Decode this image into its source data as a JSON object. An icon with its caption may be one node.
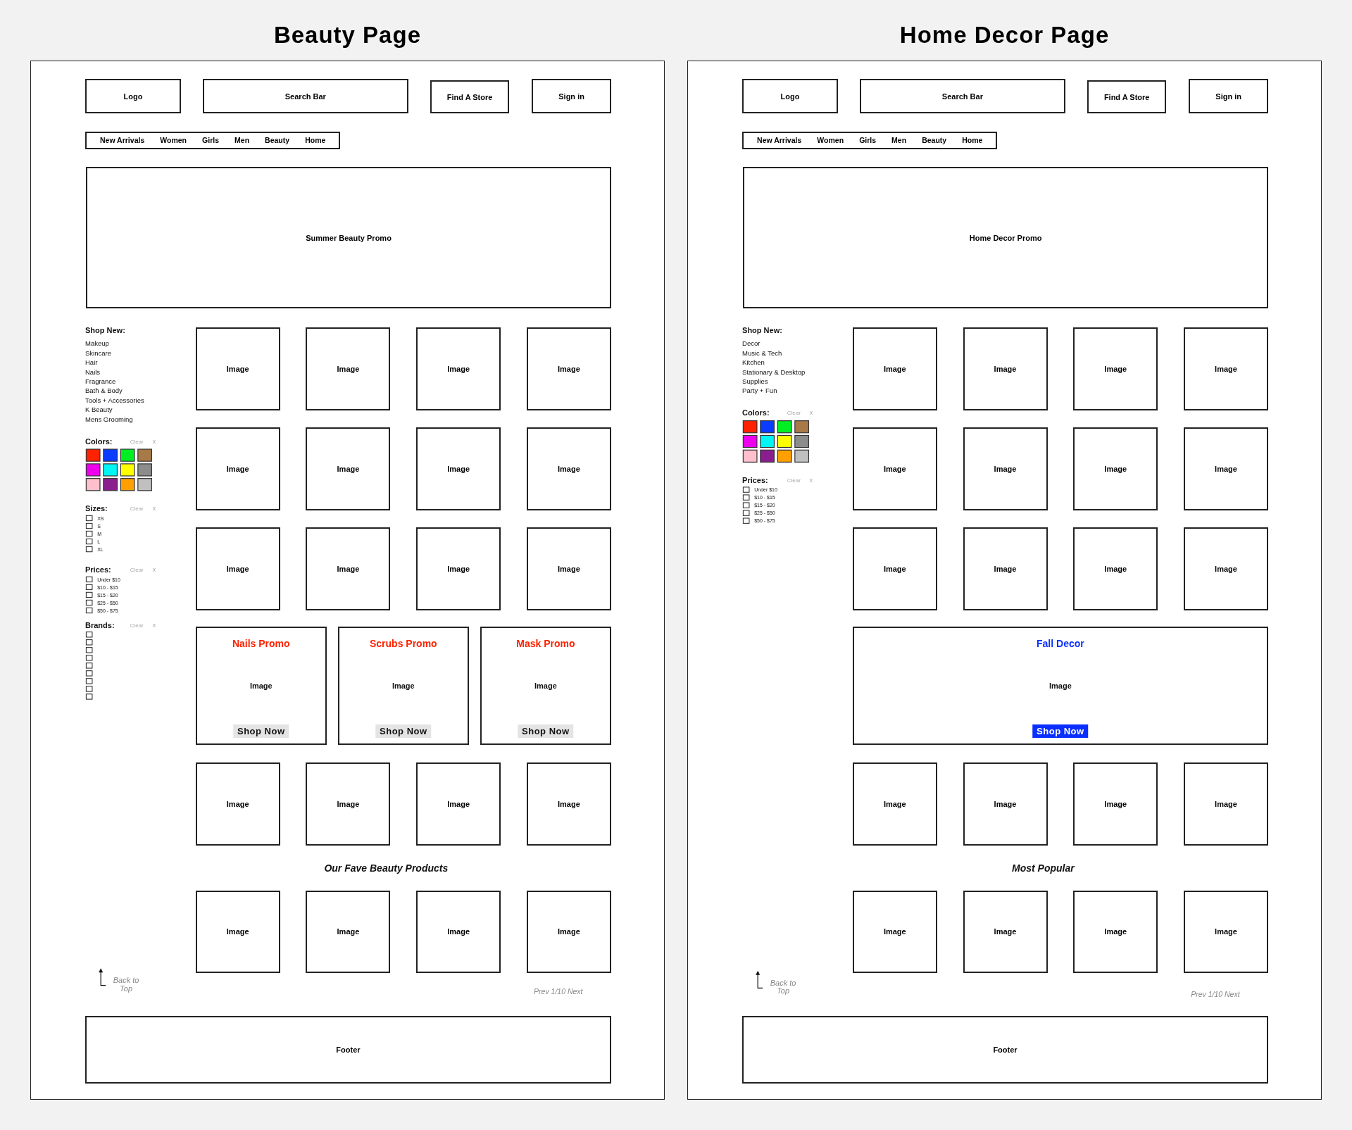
{
  "diagram": {
    "nodes": [
      {
        "text": [
          "Beauty Page"
        ]
      },
      {
        "text": [
          "Logo"
        ],
        "in": 0
      },
      {
        "text": [
          "Search Bar"
        ],
        "in": 0
      },
      {
        "text": [
          "Find A Store"
        ],
        "in": 0
      },
      {
        "text": [
          "Sign in"
        ],
        "in": 0
      },
      {
        "text": [
          "New Arrivals",
          "Women",
          "Girls",
          "Men",
          "Beauty",
          "Home"
        ],
        "in": 0
      },
      {
        "text": [
          "Summer Beauty Promo"
        ],
        "in": 0
      },
      {
        "text": [
          "Image"
        ],
        "in": 0
      },
      {
        "text": [
          "Image"
        ],
        "in": 0
      },
      {
        "text": [
          "Image"
        ],
        "in": 0
      },
      {
        "text": [
          "Image"
        ],
        "in": 0
      },
      {
        "text": [
          "Image"
        ],
        "in": 0
      },
      {
        "text": [
          "Image"
        ],
        "in": 0
      },
      {
        "text": [
          "Image"
        ],
        "in": 0
      },
      {
        "text": [
          "Image"
        ],
        "in": 0
      },
      {
        "text": [
          "Image"
        ],
        "in": 0
      },
      {
        "text": [
          "Image"
        ],
        "in": 0
      },
      {
        "text": [
          "Image"
        ],
        "in": 0
      },
      {
        "text": [
          "Image"
        ],
        "in": 0
      },
      {
        "text": [
          "Nails Promo",
          "Image",
          "Shop Now"
        ],
        "in": 0
      },
      {
        "text": [
          "Scrubs Promo",
          "Image",
          "Shop Now"
        ],
        "in": 0
      },
      {
        "text": [
          "Mask Promo",
          "Image",
          "Shop Now"
        ],
        "in": 0
      },
      {
        "text": [
          "Image"
        ],
        "in": 0
      },
      {
        "text": [
          "Image"
        ],
        "in": 0
      },
      {
        "text": [
          "Image"
        ],
        "in": 0
      },
      {
        "text": [
          "Image"
        ],
        "in": 0
      },
      {
        "text": [
          "Image"
        ],
        "in": 0
      },
      {
        "text": [
          "Image"
        ],
        "in": 0
      },
      {
        "text": [
          "Image"
        ],
        "in": 0
      },
      {
        "text": [
          "Image"
        ],
        "in": 0
      },
      {
        "text": [
          "Footer"
        ],
        "in": 0
      },
      {
        "text": [
          "Home Decor Page"
        ]
      },
      {
        "text": [
          "Logo"
        ],
        "in": 31
      },
      {
        "text": [
          "Search Bar"
        ],
        "in": 31
      },
      {
        "text": [
          "Find A Store"
        ],
        "in": 31
      },
      {
        "text": [
          "Sign in"
        ],
        "in": 31
      },
      {
        "text": [
          "New Arrivals",
          "Women",
          "Girls",
          "Men",
          "Beauty",
          "Home"
        ],
        "in": 31
      },
      {
        "text": [
          "Home Decor Promo"
        ],
        "in": 31
      },
      {
        "text": [
          "Image"
        ],
        "in": 31
      },
      {
        "text": [
          "Image"
        ],
        "in": 31
      },
      {
        "text": [
          "Image"
        ],
        "in": 31
      },
      {
        "text": [
          "Image"
        ],
        "in": 31
      },
      {
        "text": [
          "Image"
        ],
        "in": 31
      },
      {
        "text": [
          "Image"
        ],
        "in": 31
      },
      {
        "text": [
          "Image"
        ],
        "in": 31
      },
      {
        "text": [
          "Image"
        ],
        "in": 31
      },
      {
        "text": [
          "Image"
        ],
        "in": 31
      },
      {
        "text": [
          "Image"
        ],
        "in": 31
      },
      {
        "text": [
          "Image"
        ],
        "in": 31
      },
      {
        "text": [
          "Image"
        ],
        "in": 31
      },
      {
        "text": [
          "Fall Decor",
          "Image",
          "Shop Now"
        ],
        "in": 31
      },
      {
        "text": [
          "Image"
        ],
        "in": 31
      },
      {
        "text": [
          "Image"
        ],
        "in": 31
      },
      {
        "text": [
          "Image"
        ],
        "in": 31
      },
      {
        "text": [
          "Image"
        ],
        "in": 31
      },
      {
        "text": [
          "Image"
        ],
        "in": 31
      },
      {
        "text": [
          "Image"
        ],
        "in": 31
      },
      {
        "text": [
          "Image"
        ],
        "in": 31
      },
      {
        "text": [
          "Image"
        ],
        "in": 31
      },
      {
        "text": [
          "Footer"
        ],
        "in": 31
      }
    ],
    "labels": [
      "Shop New:",
      "Makeup",
      "Skincare",
      "Hair",
      "Nails",
      "Fragrance",
      "Bath & Body",
      "Tools + Accessories",
      "K Beauty",
      "Mens Grooming",
      "Colors:",
      "Clear",
      "X",
      "Sizes:",
      "Clear",
      "X",
      "XS",
      "S",
      "M",
      "L",
      "XL",
      "Prices:",
      "Clear",
      "X",
      "Under $10",
      "$10 - $15",
      "$15 - $20",
      "$25 - $50",
      "$50 - $75",
      "Brands:",
      "Clear",
      "X",
      "Our Fave Beauty Products",
      "Back to Top",
      "Prev 1/10 Next",
      "Shop New:",
      "Decor",
      "Music & Tech",
      "Kitchen",
      "Stationary & Desktop",
      "Supplies",
      "Party + Fun",
      "Colors:",
      "Clear",
      "X",
      "Prices:",
      "Clear",
      "X",
      "Under $10",
      "$10 - $15",
      "$15 - $20",
      "$25 - $50",
      "$50 - $75",
      "Most Popular",
      "Back to Top",
      "Prev 1/10 Next"
    ]
  }
}
